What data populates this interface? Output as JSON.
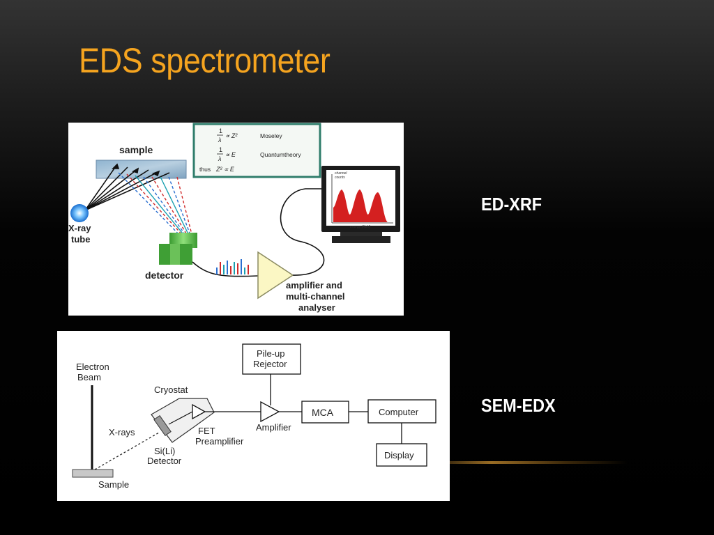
{
  "slide": {
    "title": "EDS spectrometer",
    "labels": {
      "top": "ED-XRF",
      "bottom": "SEM-EDX"
    }
  },
  "xrf_diagram": {
    "sample": "sample",
    "xray_tube": [
      "X-ray",
      "tube"
    ],
    "detector": "detector",
    "amplifier": [
      "amplifier and",
      "multi-channel",
      "analyser"
    ],
    "equations": {
      "moseley": "Moseley",
      "quantum": "Quantumtheory",
      "thus": "thus",
      "eq1": "∝ Z²",
      "eq2": "∝ E",
      "eq3": "Z² ∝ E",
      "frac_num": "1",
      "frac_den": "λ"
    },
    "monitor": {
      "ylabel": [
        "channel",
        "counts"
      ],
      "xlabel": "energy (KeV)"
    }
  },
  "sem_diagram": {
    "electron_beam": [
      "Electron",
      "Beam"
    ],
    "cryostat": "Cryostat",
    "xrays": "X-rays",
    "fet": [
      "FET",
      "Preamplifier"
    ],
    "detector": [
      "Si(Li)",
      "Detector"
    ],
    "sample": "Sample",
    "pileup": [
      "Pile-up",
      "Rejector"
    ],
    "amplifier": "Amplifier",
    "mca": "MCA",
    "computer": "Computer",
    "display": "Display"
  },
  "colors": {
    "title": "#f5a41f",
    "spectrum_fill": "#d42020",
    "detector_green": "#4caf3a",
    "amplifier_fill": "#fbf7c4",
    "equation_box": "#2f7d6b"
  }
}
